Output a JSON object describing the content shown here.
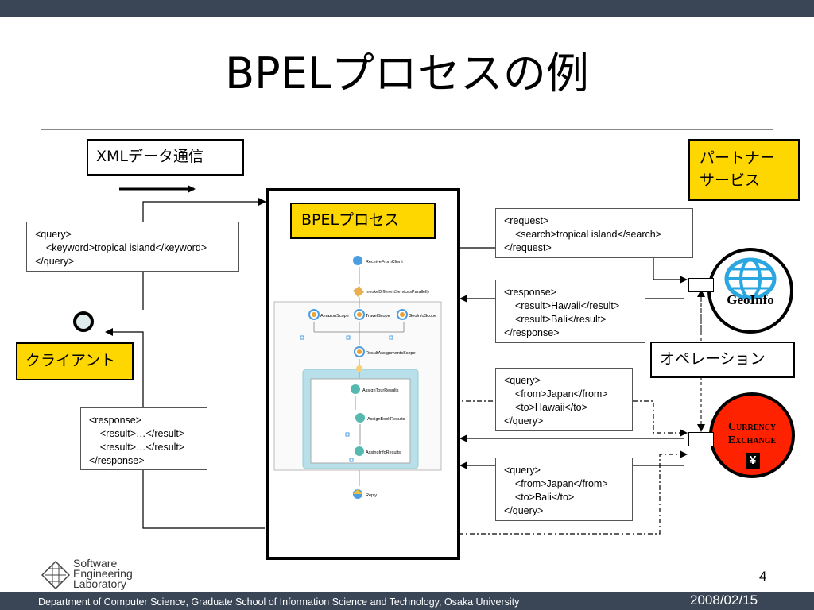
{
  "slide": {
    "title": "BPELプロセスの例",
    "page_number": "4",
    "footer_text": "Department of Computer Science, Graduate School of Information Science and Technology, Osaka University",
    "date": "2008/02/15"
  },
  "labels": {
    "xml_comm": "XMLデータ通信",
    "partner_service": "パートナー\nサービス",
    "bpel_process": "BPELプロセス",
    "client": "クライアント",
    "operation": "オペレーション"
  },
  "messages": {
    "client_query": "<query>\n    <keyword>tropical island</keyword>\n</query>",
    "client_response": "<response>\n    <result>…</result>\n    <result>…</result>\n</response>",
    "geo_request": "<request>\n    <search>tropical island</search>\n</request>",
    "geo_response": "<response>\n    <result>Hawaii</result>\n    <result>Bali</result>\n</response>",
    "query_hawaii": "<query>\n    <from>Japan</from>\n    <to>Hawaii</to>\n</query>",
    "query_bali": "<query>\n    <from>Japan</from>\n    <to>Bali</to>\n</query>"
  },
  "services": {
    "geoinfo": "GeoInfo",
    "currency_line1": "Currency",
    "currency_line2": "Exchange",
    "currency_symbol": "¥"
  },
  "process_steps": {
    "receive": "ReceiveFromClient",
    "invoke": "InvokeDifferentServicesParallelly",
    "amazon": "AmazonScope",
    "travel": "TravelScope",
    "geoinfo": "GeoInfoScope",
    "result_assign": "ResultAssignmentsScope",
    "assign_tour": "AssignTourResults",
    "assign_book": "AssignBookResults",
    "assign_info": "AssingInfoResults",
    "reply": "Reply"
  },
  "logo": {
    "line1": "Software",
    "line2": "Engineering",
    "line3": "Laboratory"
  },
  "colors": {
    "header_bar": "#3a4556",
    "highlight_yellow": "#ffd700",
    "currency_red": "#ff2200",
    "geo_blue": "#2aa6e0"
  }
}
